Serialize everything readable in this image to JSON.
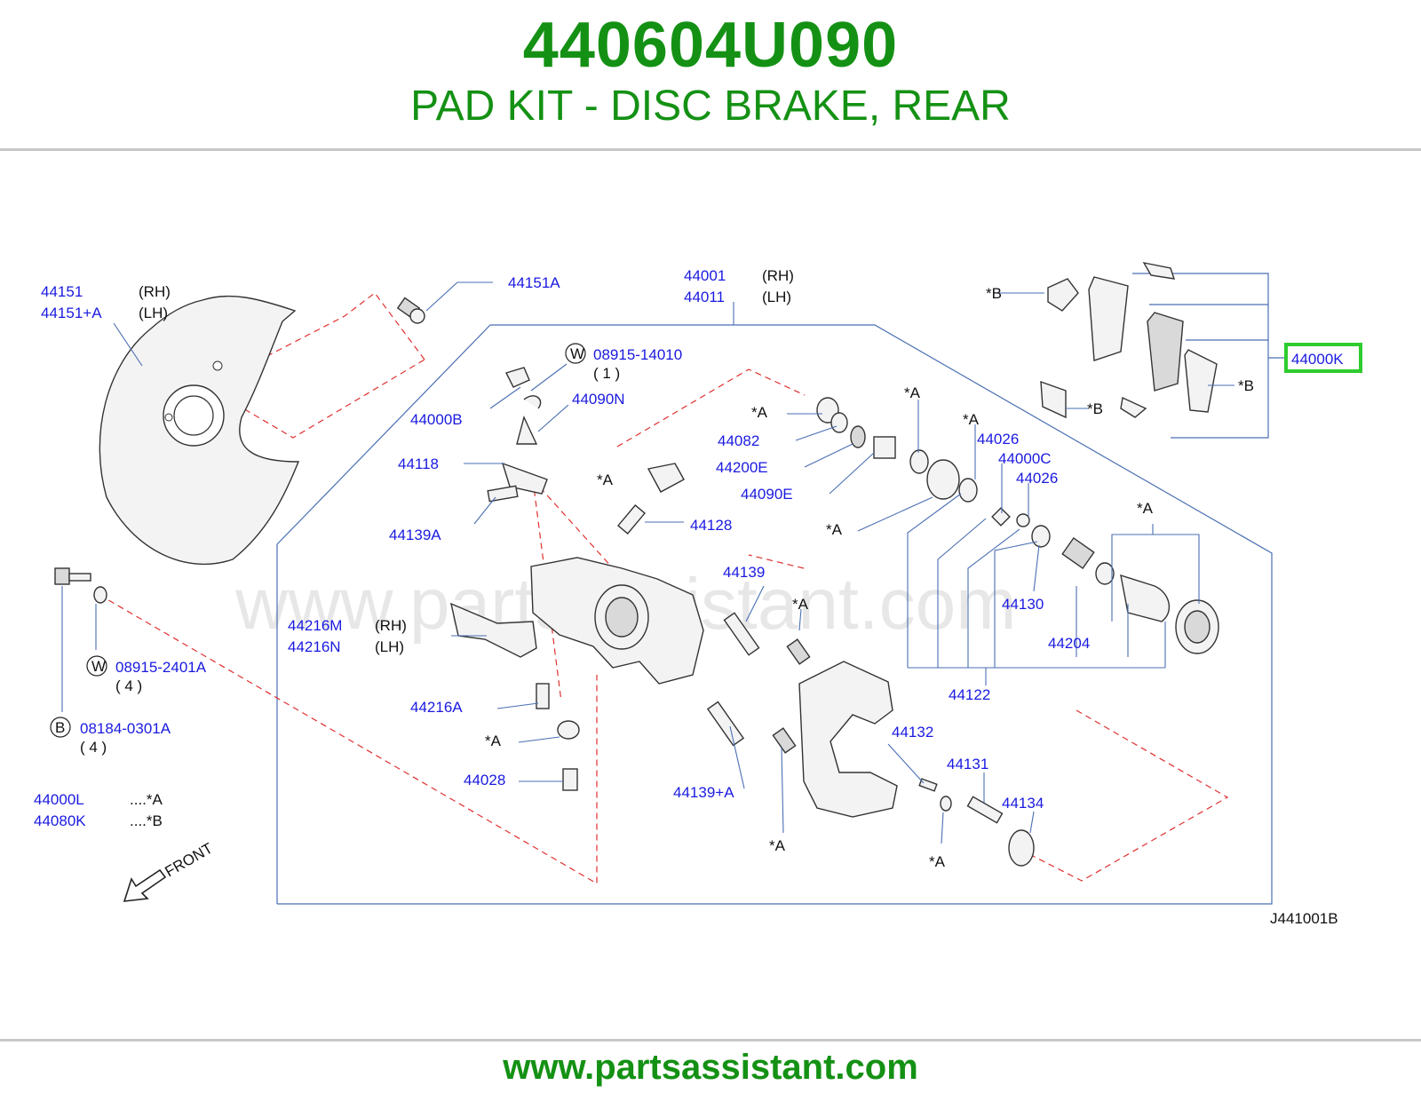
{
  "header": {
    "part_number": "440604U090",
    "description": "PAD KIT - DISC BRAKE, REAR"
  },
  "footer": {
    "url": "www.partsassistant.com"
  },
  "watermark": "www.partsassistant.com",
  "diagram": {
    "code": "J441001B",
    "front_label": "FRONT",
    "highlight_color": "#2ecc2e",
    "text_color": "#149114",
    "labels": {
      "l44151": "44151",
      "l44151rh": "(RH)",
      "l44151a_lh": "44151+A",
      "l44151lh": "(LH)",
      "l44151A": "44151A",
      "l44001": "44001",
      "l44001rh": "(RH)",
      "l44011": "44011",
      "l44011lh": "(LH)",
      "lw08915_14010": "08915-14010",
      "lqty1": "( 1 )",
      "l44000B": "44000B",
      "l44090N": "44090N",
      "l44118": "44118",
      "l44139A": "44139A",
      "l44128": "44128",
      "l44082": "44082",
      "l44200E": "44200E",
      "l44090E": "44090E",
      "l44026a": "44026",
      "l44000C": "44000C",
      "l44026b": "44026",
      "l44139": "44139",
      "l44130": "44130",
      "l44204": "44204",
      "l44216M": "44216M",
      "l44216Mrh": "(RH)",
      "l44216N": "44216N",
      "l44216Nlh": "(LH)",
      "lw08915_2401A": "08915-2401A",
      "lqty4a": "( 4 )",
      "lb08184": "08184-0301A",
      "lqty4b": "( 4 )",
      "l44216A": "44216A",
      "l44028": "44028",
      "l44122": "44122",
      "l44132": "44132",
      "l44131": "44131",
      "l44134": "44134",
      "l44139A2": "44139+A",
      "l44000L": "44000L",
      "l44000Ltag": "....*A",
      "l44080K": "44080K",
      "l44080Ktag": "....*B",
      "l44000K": "44000K",
      "sA1": "*A",
      "sA2": "*A",
      "sA3": "*A",
      "sA4": "*A",
      "sA5": "*A",
      "sA6": "*A",
      "sA7": "*A",
      "sA8": "*A",
      "sA9": "*A",
      "sA10": "*A",
      "sB1": "*B",
      "sB2": "*B",
      "sB3": "*B",
      "circW1": "W",
      "circW2": "W",
      "circB": "B"
    }
  }
}
